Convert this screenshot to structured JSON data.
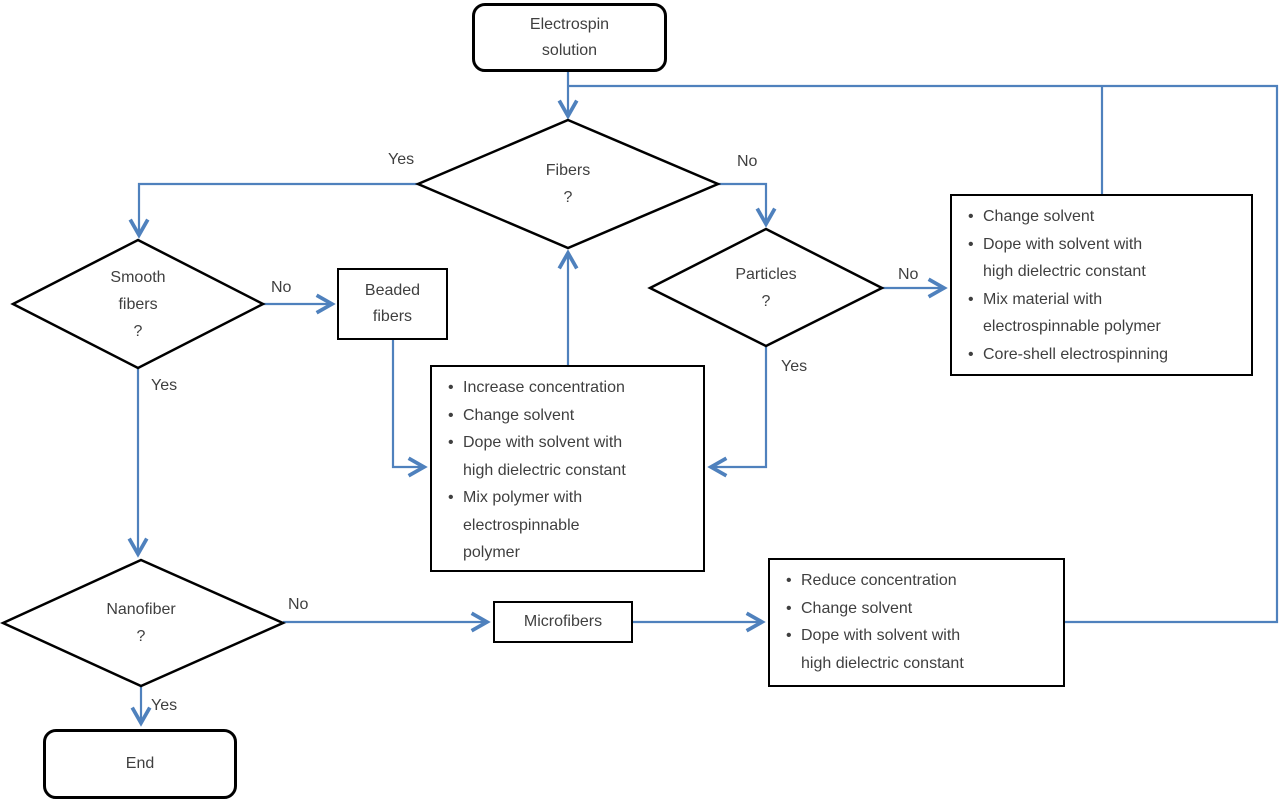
{
  "colors": {
    "connector": "#4f81bd",
    "node_border": "#000000",
    "text": "#3f3f3f",
    "background": "#ffffff"
  },
  "nodes": {
    "start": {
      "label": "Electrospin\nsolution",
      "type": "terminator"
    },
    "fibers_decision": {
      "label": "Fibers\n?",
      "type": "decision"
    },
    "smooth_decision": {
      "label": "Smooth\nfibers\n?",
      "type": "decision"
    },
    "particles_decision": {
      "label": "Particles\n?",
      "type": "decision"
    },
    "nanofiber_decision": {
      "label": "Nanofiber\n?",
      "type": "decision"
    },
    "beaded_fibers": {
      "label": "Beaded\nfibers",
      "type": "process"
    },
    "microfibers": {
      "label": "Microfibers",
      "type": "process"
    },
    "end": {
      "label": "End",
      "type": "terminator"
    },
    "no_fibers_actions": {
      "type": "process-list",
      "items": [
        "Change solvent",
        "Dope with solvent with\nhigh dielectric constant",
        "Mix material with\nelectrospinnable polymer",
        "Core-shell electrospinning"
      ]
    },
    "beaded_actions": {
      "type": "process-list",
      "items": [
        "Increase concentration",
        "Change solvent",
        "Dope with solvent with\nhigh dielectric constant",
        "Mix polymer with\nelectrospinnable\npolymer"
      ]
    },
    "microfiber_actions": {
      "type": "process-list",
      "items": [
        "Reduce concentration",
        "Change solvent",
        "Dope with solvent with\nhigh dielectric constant"
      ]
    }
  },
  "edge_labels": {
    "fibers_yes": "Yes",
    "fibers_no": "No",
    "smooth_no": "No",
    "smooth_yes": "Yes",
    "particles_no": "No",
    "particles_yes": "Yes",
    "nanofiber_no": "No",
    "nanofiber_yes": "Yes"
  }
}
